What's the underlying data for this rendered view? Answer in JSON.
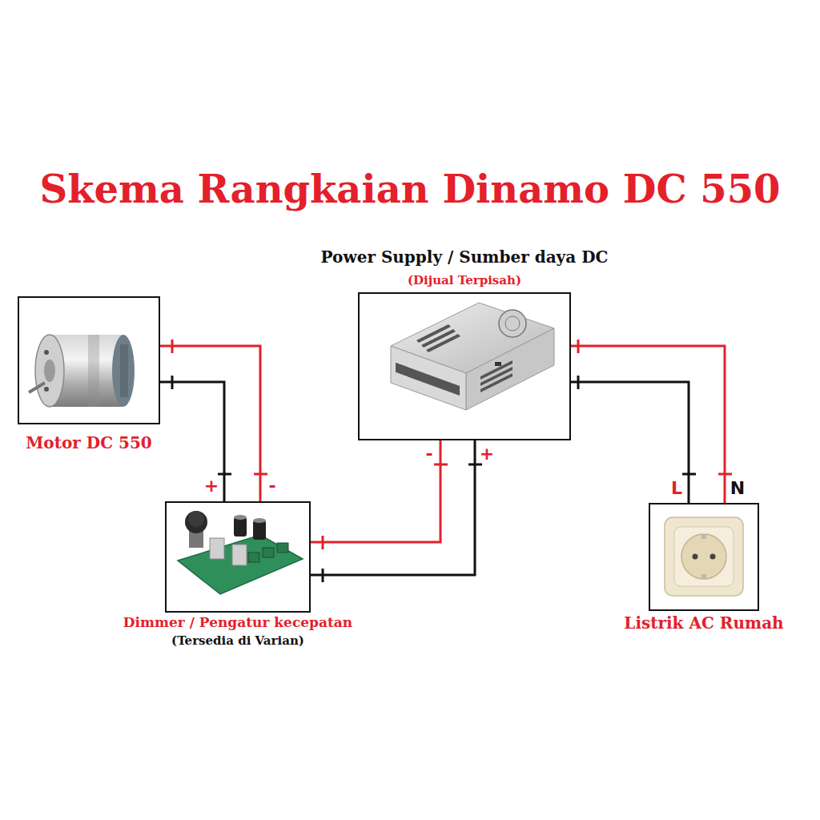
{
  "diagram": {
    "title": "Skema Rangkaian Dinamo DC 550",
    "nodes": [
      {
        "text": [
          "Motor DC 550"
        ]
      },
      {
        "text": [
          "Power Supply / Sumber daya DC",
          "(Dijual Terpisah)"
        ]
      },
      {
        "text": [
          "Dimmer / Pengatur kecepatan",
          "(Tersedia di Varian)"
        ]
      },
      {
        "text": [
          "Listrik AC Rumah"
        ]
      }
    ],
    "edges": [
      {
        "from": 0,
        "to": 2,
        "arrow": "none"
      },
      {
        "from": 0,
        "to": 2,
        "arrow": "none"
      },
      {
        "from": 1,
        "to": 2,
        "arrow": "none"
      },
      {
        "from": 1,
        "to": 2,
        "arrow": "none"
      },
      {
        "from": 1,
        "to": 3,
        "arrow": "none"
      },
      {
        "from": 1,
        "to": 3,
        "arrow": "none"
      }
    ],
    "labels": [
      "+",
      "-",
      "-",
      "+",
      "L",
      "N"
    ]
  }
}
